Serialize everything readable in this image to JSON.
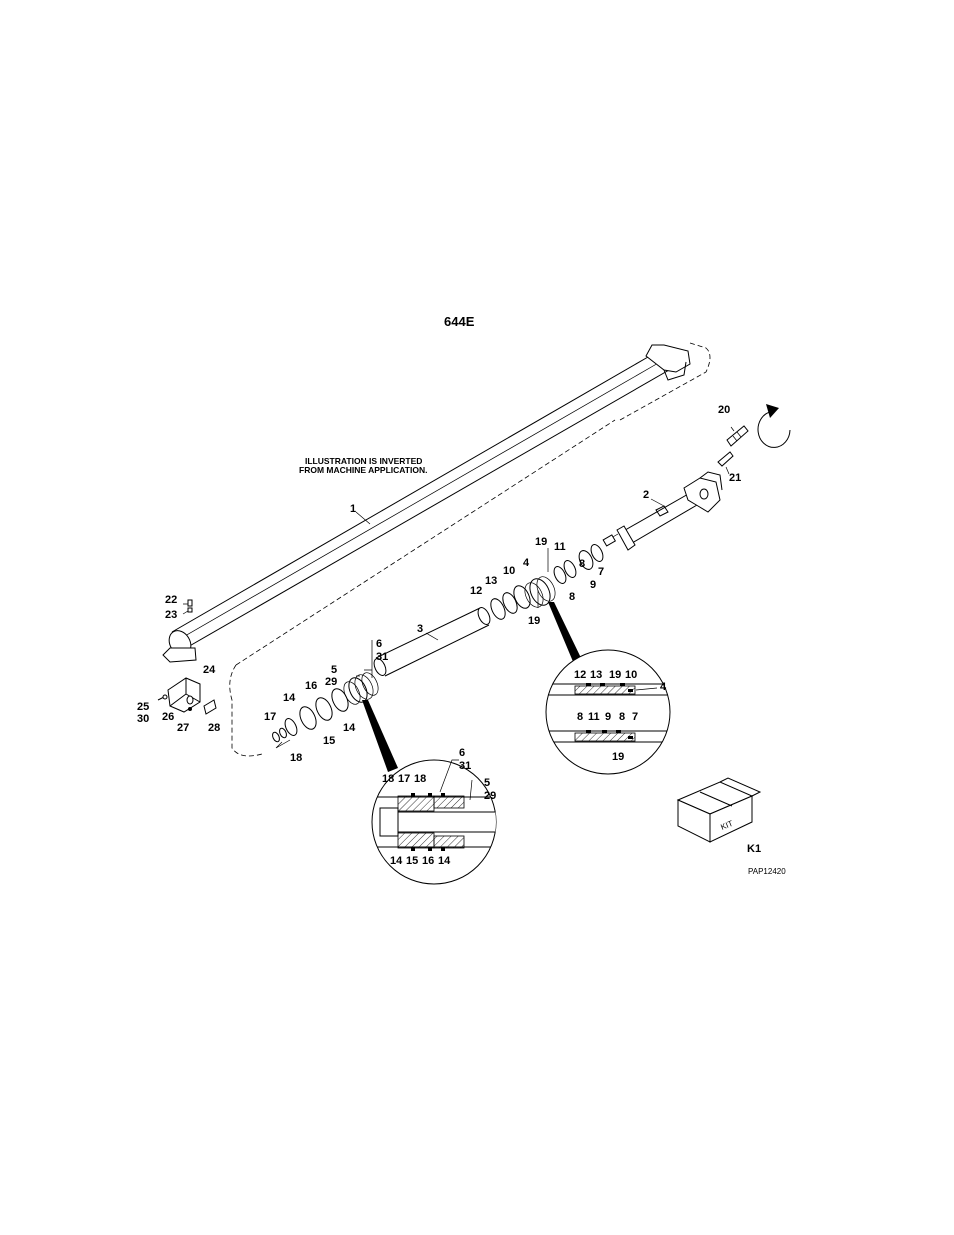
{
  "diagram": {
    "title": "644E",
    "note_line1": "ILLUSTRATION IS INVERTED",
    "note_line2": "FROM MACHINE APPLICATION.",
    "figure_code": "PAP12420",
    "kit_box_text": "KIT",
    "labels": {
      "p1": "1",
      "p2": "2",
      "p3": "3",
      "p4": "4",
      "p4b": "4",
      "p5": "5",
      "p5b": "5",
      "p6": "6",
      "p6b": "6",
      "p7": "7",
      "p7b": "7",
      "p8a": "8",
      "p8b": "8",
      "p8c": "8",
      "p8d": "8",
      "p9": "9",
      "p9b": "9",
      "p10": "10",
      "p10b": "10",
      "p11": "11",
      "p11b": "11",
      "p12": "12",
      "p12b": "12",
      "p13": "13",
      "p13b": "13",
      "p14a": "14",
      "p14b": "14",
      "p14c": "14",
      "p14d": "14",
      "p15": "15",
      "p15b": "15",
      "p16": "16",
      "p16b": "16",
      "p17": "17",
      "p17b": "17",
      "p18": "18",
      "p18b": "18",
      "p18c": "18",
      "p19a": "19",
      "p19b": "19",
      "p19c": "19",
      "p19d": "19",
      "p20": "20",
      "p21": "21",
      "p22": "22",
      "p23": "23",
      "p24": "24",
      "p25": "25",
      "p26": "26",
      "p27": "27",
      "p28": "28",
      "p29": "29",
      "p29b": "29",
      "p30": "30",
      "p31": "31",
      "p31b": "31",
      "k1": "K1"
    }
  }
}
